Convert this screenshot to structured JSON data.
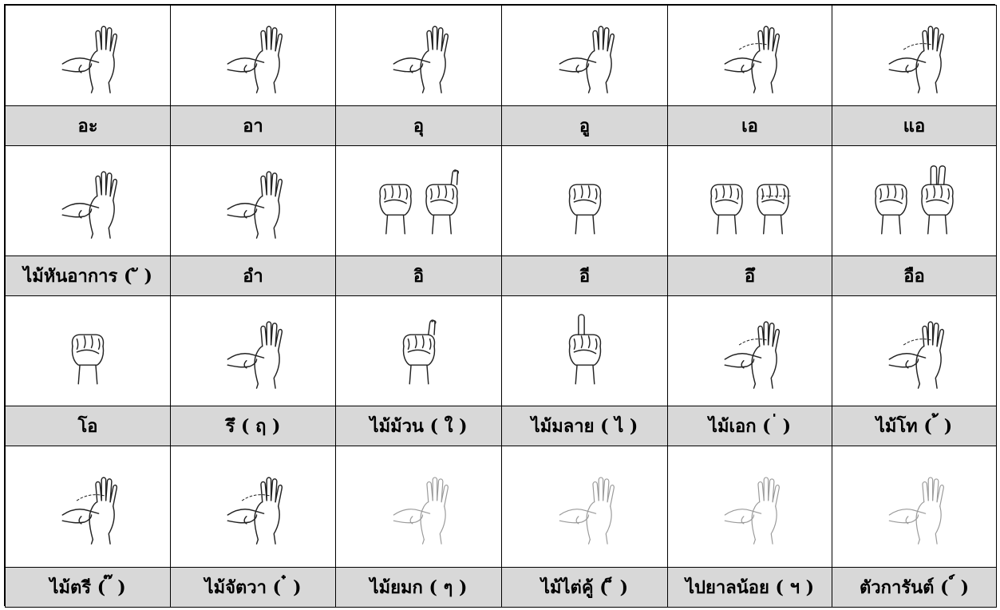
{
  "rows": [
    {
      "cells": [
        {
          "label": "อะ",
          "icon": "open-palm-pinch-icon",
          "pose": "palm"
        },
        {
          "label": "อา",
          "icon": "open-palm-point-icon",
          "pose": "palm"
        },
        {
          "label": "อุ",
          "icon": "open-palm-point-icon",
          "pose": "palm"
        },
        {
          "label": "อู",
          "icon": "open-palm-point-icon",
          "pose": "palm"
        },
        {
          "label": "เอ",
          "icon": "open-palm-swipe-icon",
          "pose": "palm"
        },
        {
          "label": "แอ",
          "icon": "open-palm-swipe-icon",
          "pose": "palm"
        }
      ]
    },
    {
      "cells": [
        {
          "label": "ไม้หันอาการ ( ั )",
          "icon": "palm-hold-icon",
          "pose": "palm"
        },
        {
          "label": "อำ",
          "icon": "open-palm-point-icon",
          "pose": "palm"
        },
        {
          "label": "อิ",
          "icon": "two-fists-hook-icon",
          "pose": "twofist"
        },
        {
          "label": "อี",
          "icon": "fist-icon",
          "pose": "fist"
        },
        {
          "label": "อึ",
          "icon": "two-fists-arrow-icon",
          "pose": "twofist"
        },
        {
          "label": "อือ",
          "icon": "fist-two-fingers-icon",
          "pose": "twofist"
        }
      ]
    },
    {
      "cells": [
        {
          "label": "โอ",
          "icon": "fist-icon",
          "pose": "fist"
        },
        {
          "label": "รึ ( ฤ )",
          "icon": "open-palm-flat-icon",
          "pose": "palm"
        },
        {
          "label": "ไม้ม้วน ( ใ )",
          "icon": "fist-hook-icon",
          "pose": "fist"
        },
        {
          "label": "ไม้มลาย ( ไ )",
          "icon": "index-up-icon",
          "pose": "fist"
        },
        {
          "label": "ไม้เอก ( ่ )",
          "icon": "open-palm-motion-icon",
          "pose": "palm"
        },
        {
          "label": "ไม้โท ( ้ )",
          "icon": "open-palm-motion-icon",
          "pose": "palm"
        }
      ]
    },
    {
      "cells": [
        {
          "label": "ไม้ตรี ( ๊ )",
          "icon": "open-palm-motion-icon",
          "pose": "palm"
        },
        {
          "label": "ไม้จัตวา ( ๋ )",
          "icon": "open-palm-motion-icon",
          "pose": "palm"
        },
        {
          "label": "ไม้ยมก ( ๆ )",
          "icon": "faded-palm-icon",
          "pose": "faded"
        },
        {
          "label": "ไม้ไต่คู้ ( ็ )",
          "icon": "faded-palm-icon",
          "pose": "faded"
        },
        {
          "label": "ไปยาลน้อย ( ฯ )",
          "icon": "faded-palm-icon",
          "pose": "faded"
        },
        {
          "label": "ตัวการันต์ ( ์ )",
          "icon": "faded-palm-icon",
          "pose": "faded"
        }
      ]
    }
  ]
}
